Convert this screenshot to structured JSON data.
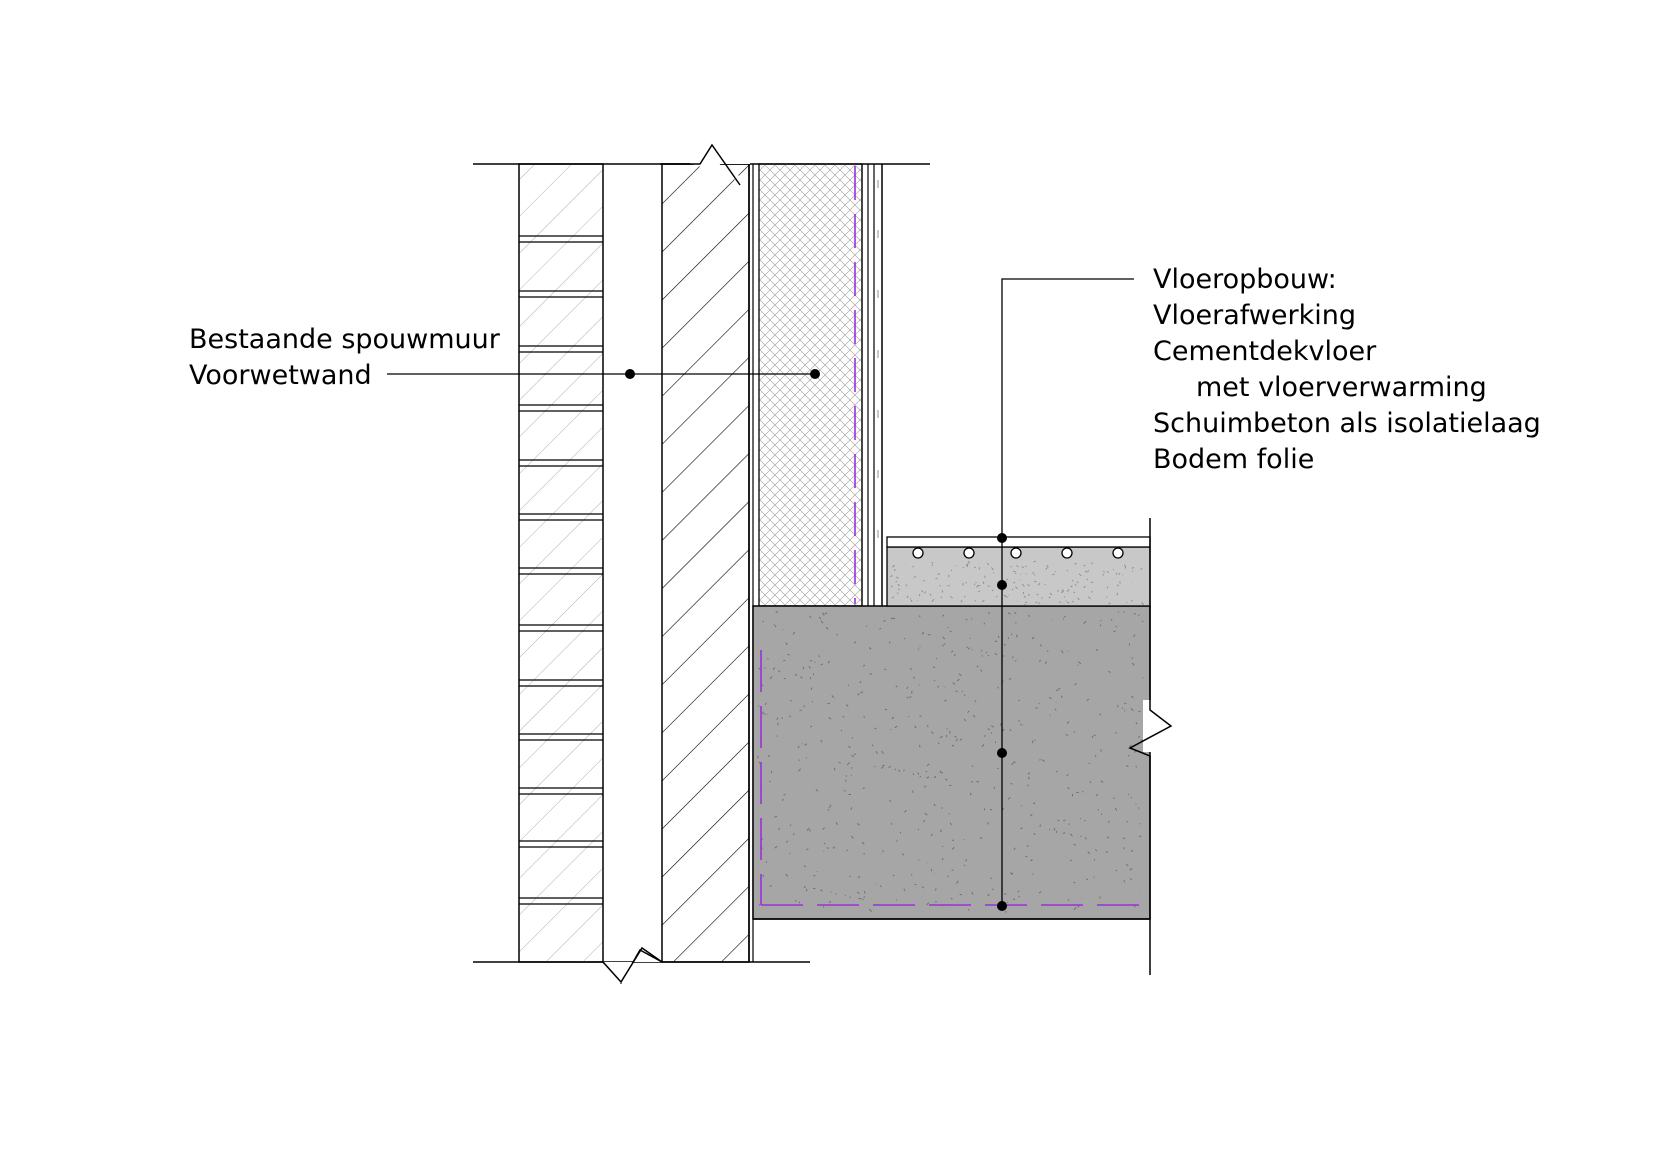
{
  "labels": {
    "wall_line1": "Bestaande spouwmuur",
    "wall_line2": "Voorwetwand",
    "floor_title": "Vloeropbouw:",
    "floor_layers": [
      "Vloerafwerking",
      "Cementdekvloer",
      "met vloerverwarming",
      "Schuimbeton als isolatielaag",
      "Bodem folie"
    ]
  },
  "colors": {
    "line": "#000000",
    "concrete": "#a6a6a6",
    "screed": "#c8c8c8",
    "vapour_barrier": "#9b30d9",
    "background": "#ffffff"
  }
}
